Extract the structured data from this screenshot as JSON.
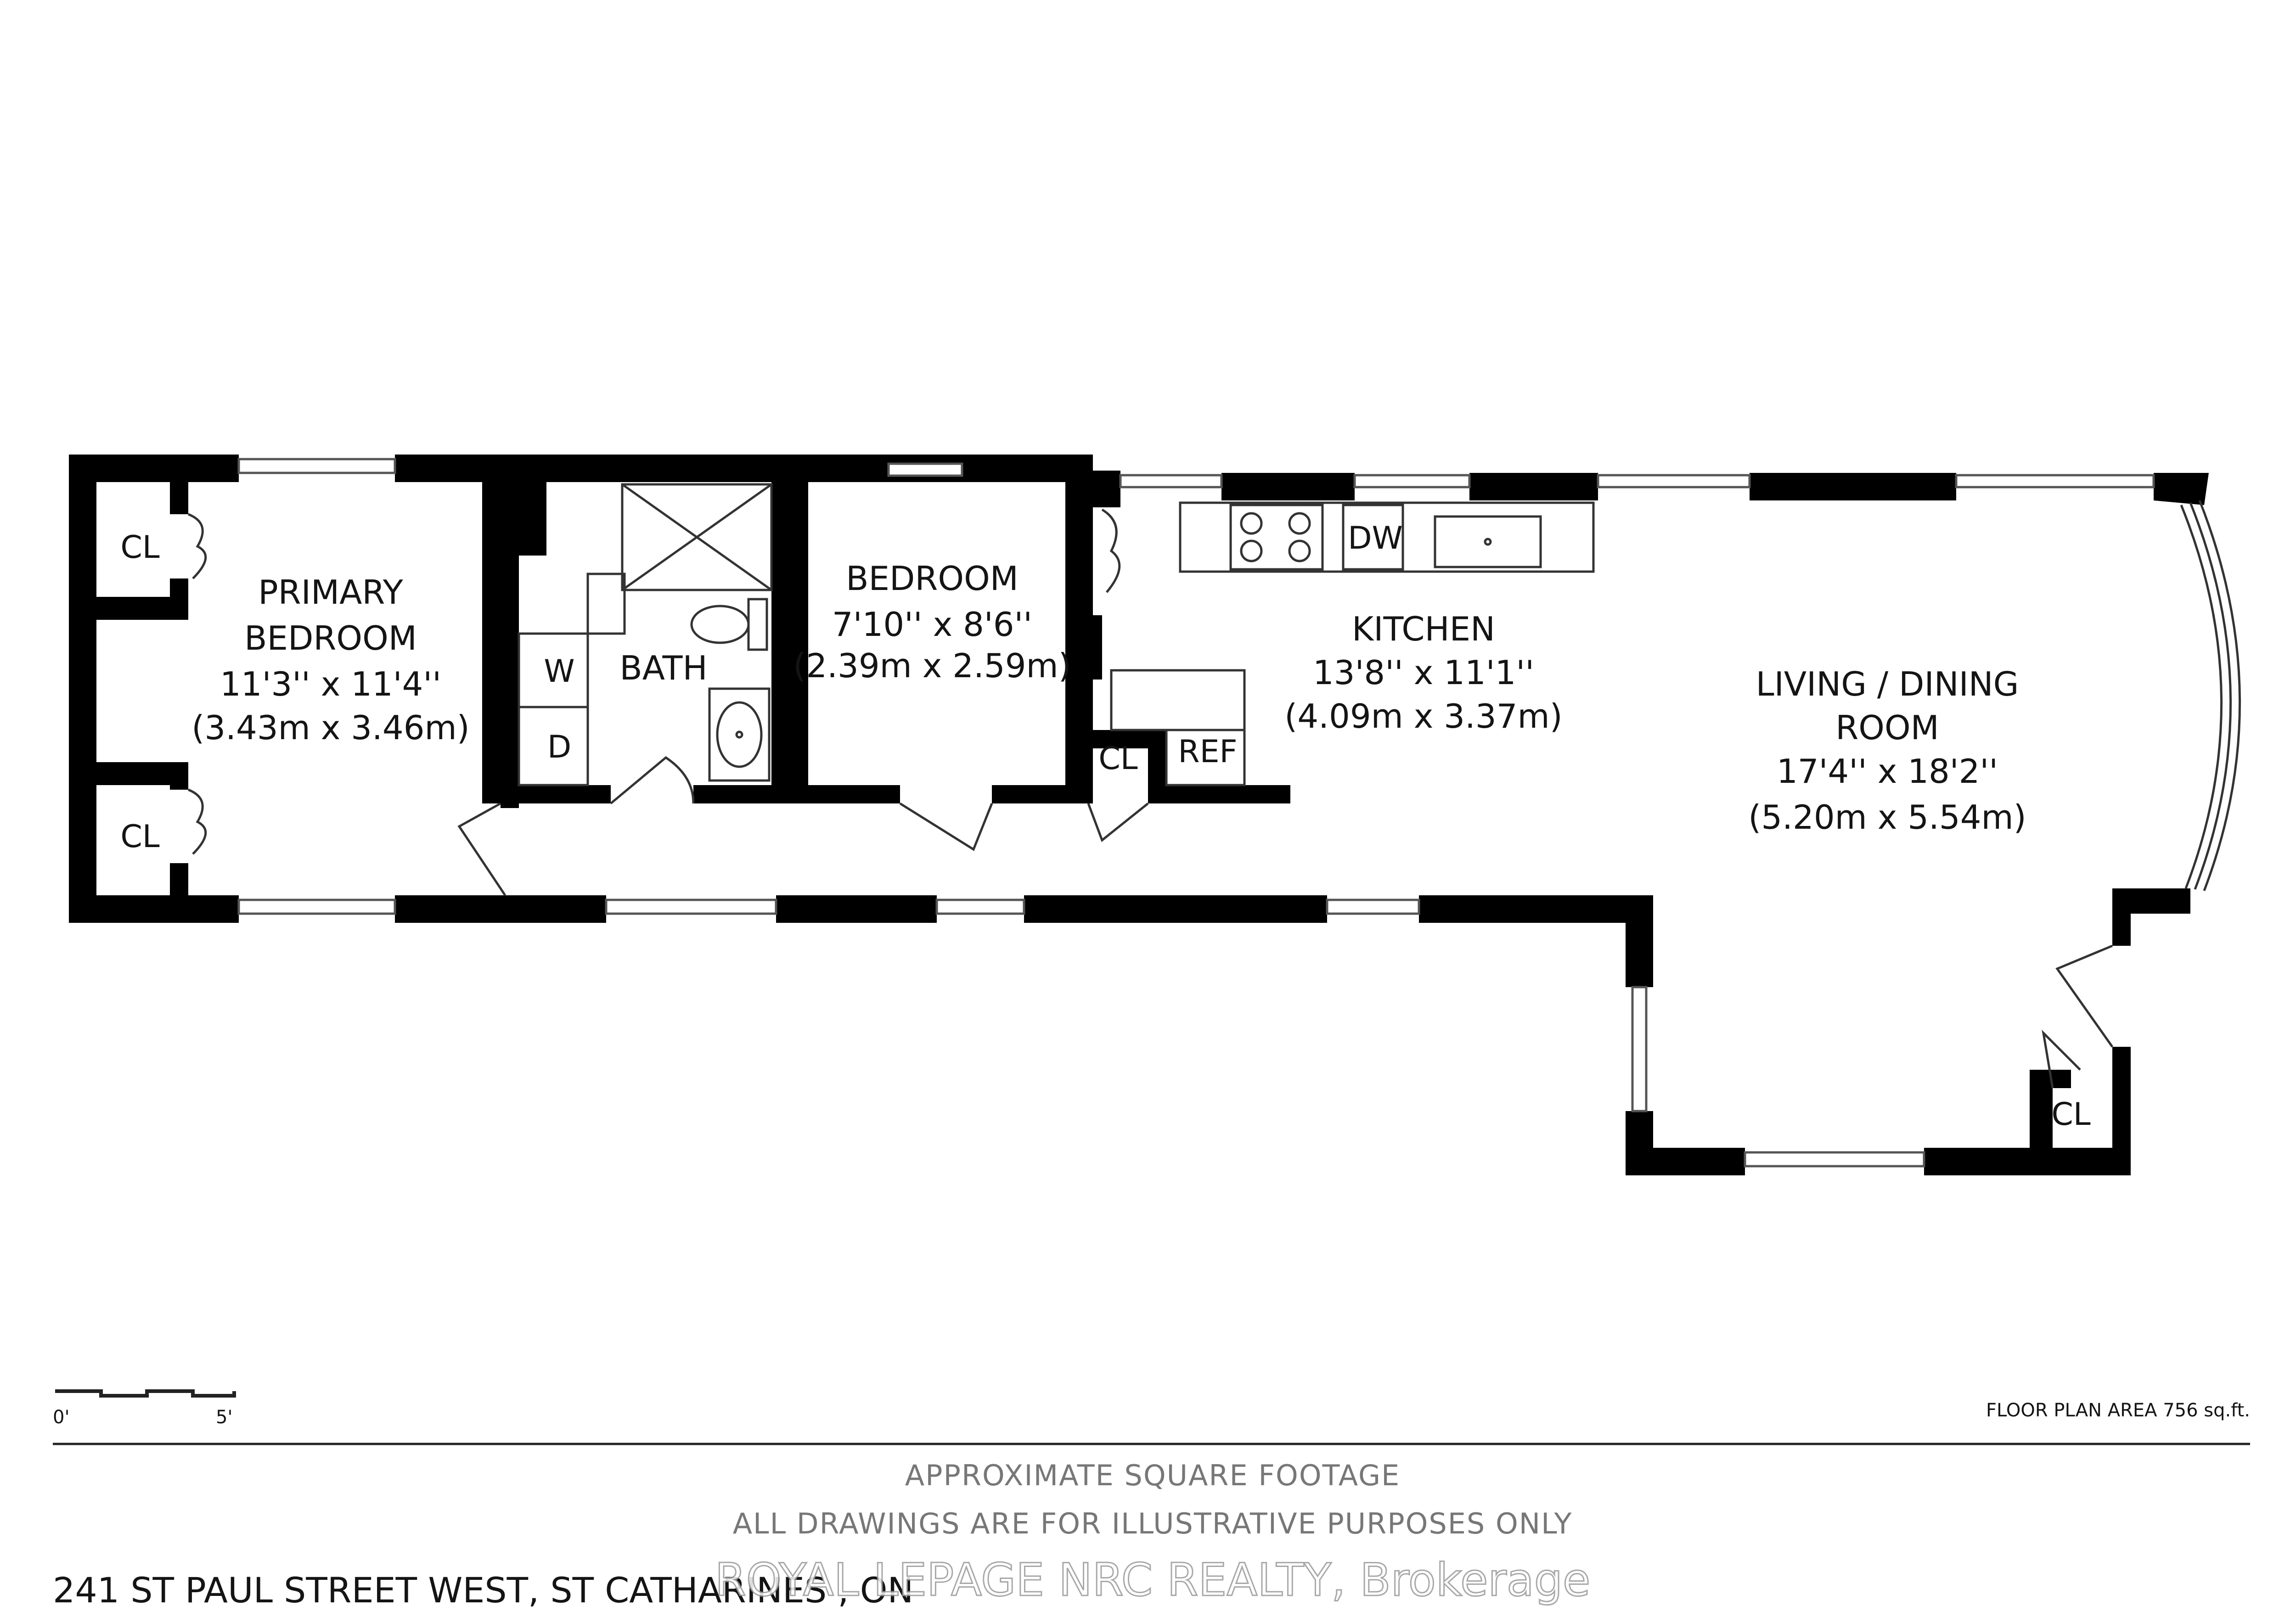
{
  "rooms": {
    "primary_bedroom": {
      "name_line1": "PRIMARY",
      "name_line2": "BEDROOM",
      "size_imperial": "11'3'' x 11'4''",
      "size_metric": "(3.43m x 3.46m)"
    },
    "bedroom": {
      "name": "BEDROOM",
      "size_imperial": "7'10'' x 8'6''",
      "size_metric": "(2.39m x 2.59m)"
    },
    "bath": {
      "name": "BATH"
    },
    "kitchen": {
      "name": "KITCHEN",
      "size_imperial": "13'8'' x 11'1''",
      "size_metric": "(4.09m x 3.37m)"
    },
    "living_dining": {
      "name_line1": "LIVING / DINING",
      "name_line2": "ROOM",
      "size_imperial": "17'4'' x 18'2''",
      "size_metric": "(5.20m x 5.54m)"
    }
  },
  "fixtures": {
    "closet": "CL",
    "washer": "W",
    "dryer": "D",
    "dishwasher": "DW",
    "refrigerator": "REF"
  },
  "scale": {
    "start": "0'",
    "end": "5'"
  },
  "floor_plan_area": "FLOOR PLAN AREA 756 sq.ft.",
  "disclaimer_line1": "APPROXIMATE SQUARE FOOTAGE",
  "disclaimer_line2": "ALL DRAWINGS ARE FOR ILLUSTRATIVE PURPOSES ONLY",
  "address": "241 ST PAUL STREET WEST, ST CATHARINES , ON",
  "brokerage": "ROYAL LEPAGE NRC REALTY, Brokerage"
}
